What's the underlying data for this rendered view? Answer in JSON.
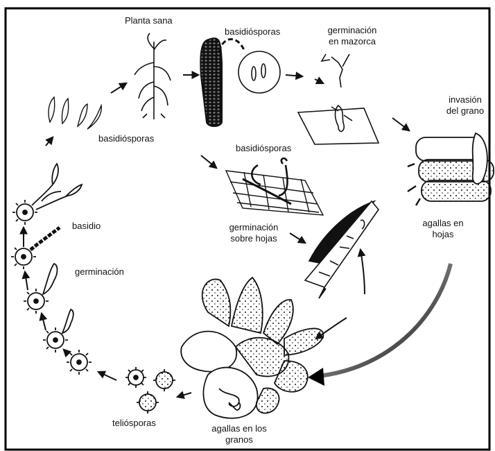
{
  "labels": {
    "planta_sana": "Planta sana",
    "basidiosporas_top": "basidiósporas",
    "germinacion_mazorca_1": "germinación",
    "germinacion_mazorca_2": "en mazorca",
    "invasion_1": "invasión",
    "invasion_2": "del grano",
    "basidiosporas_left": "basidiósporas",
    "basidiosporas_center": "basidiósporas",
    "germinacion_hojas_1": "germinación",
    "germinacion_hojas_2": "sobre hojas",
    "agallas_hojas_1": "agallas en",
    "agallas_hojas_2": "hojas",
    "basidio": "basidio",
    "germinacion_left": "germinación",
    "teliosporas": "teliósporas",
    "agallas_granos_1": "agallas en los",
    "agallas_granos_2": "granos"
  },
  "colors": {
    "ink": "#111111",
    "frame": "#000000",
    "gradient_arrow_start": "#d8d8d8",
    "gradient_arrow_end": "#000000"
  }
}
